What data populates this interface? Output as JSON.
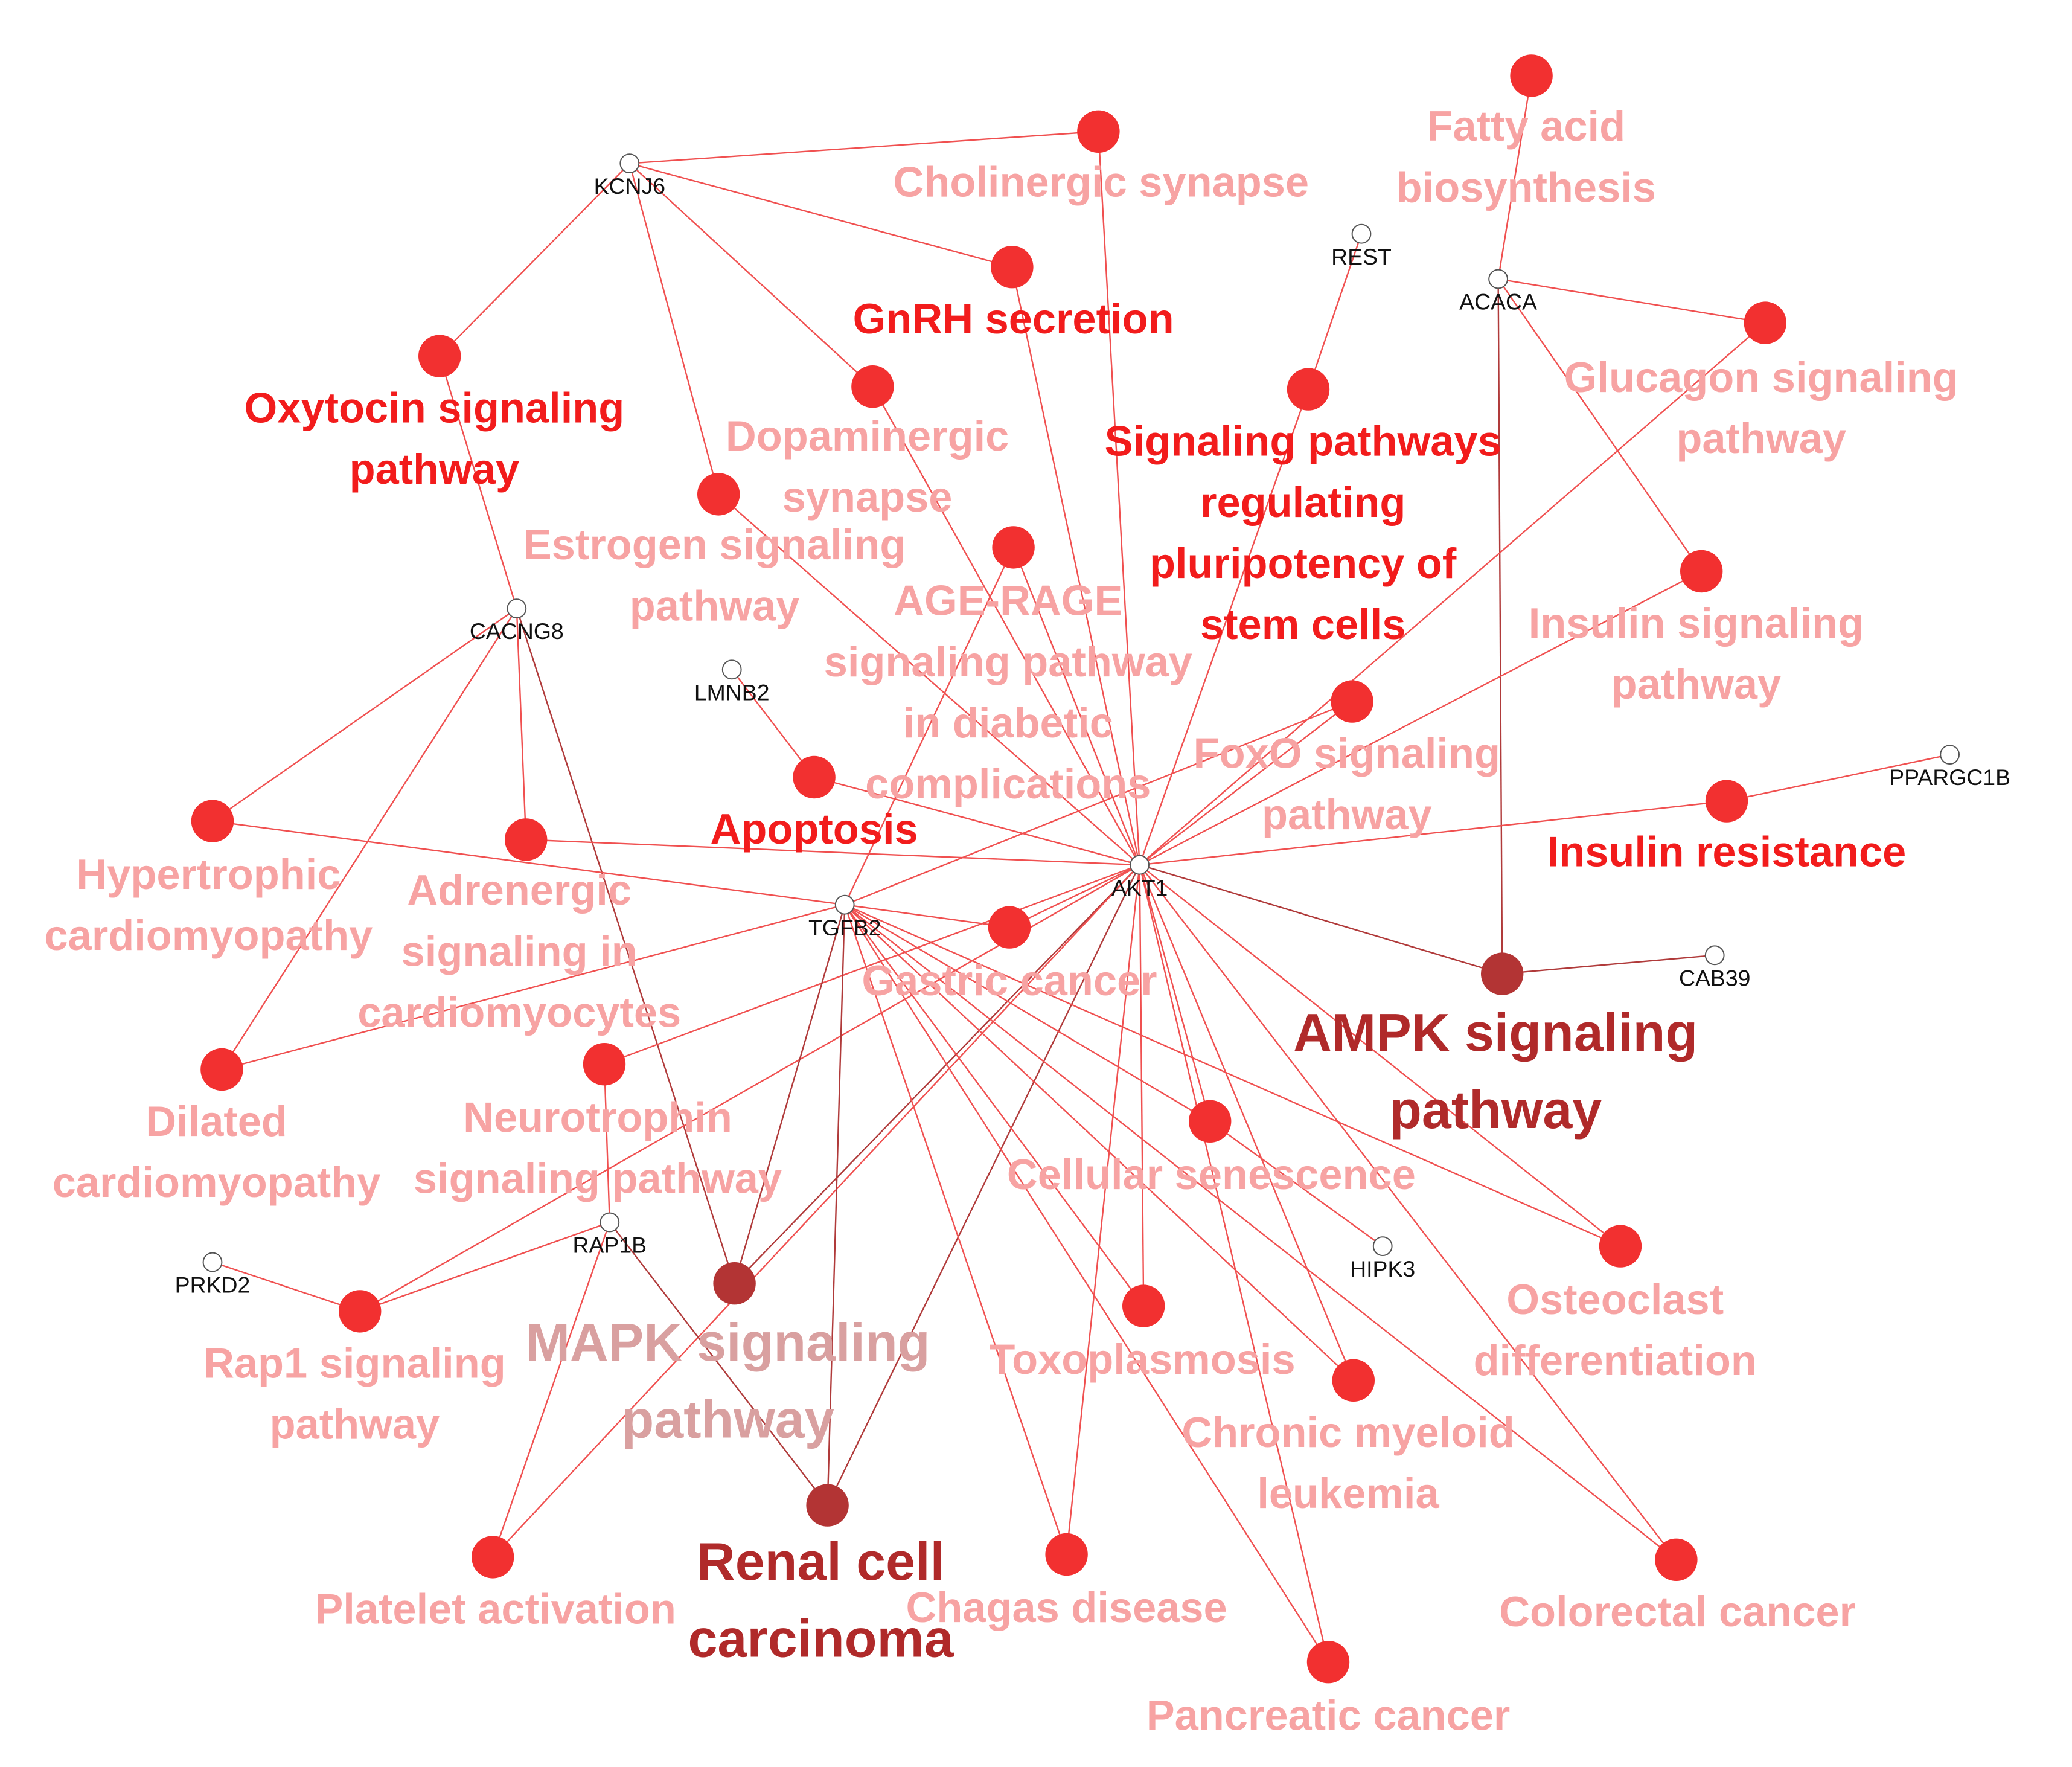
{
  "colors": {
    "edge": "#f05050",
    "edge_dark": "#b03a3a",
    "gene_fill": "#ffffff",
    "gene_stroke": "#555555",
    "gene_text": "#111111",
    "term_fill": "#f23030",
    "term_fill_dark": "#b33434",
    "label_faded": "#f7a3a3",
    "label_strong": "#f21c1c",
    "label_dark": "#b02a2a",
    "label_muted": "#d9a0a0"
  },
  "genes": [
    {
      "id": "KCNJ6",
      "label": "KCNJ6"
    },
    {
      "id": "REST",
      "label": "REST"
    },
    {
      "id": "ACACA",
      "label": "ACACA"
    },
    {
      "id": "CACNG8",
      "label": "CACNG8"
    },
    {
      "id": "LMNB2",
      "label": "LMNB2"
    },
    {
      "id": "AKT1",
      "label": "AKT1"
    },
    {
      "id": "TGFB2",
      "label": "TGFB2"
    },
    {
      "id": "PPARGC1B",
      "label": "PPARGC1B"
    },
    {
      "id": "CAB39",
      "label": "CAB39"
    },
    {
      "id": "RAP1B",
      "label": "RAP1B"
    },
    {
      "id": "PRKD2",
      "label": "PRKD2"
    },
    {
      "id": "HIPK3",
      "label": "HIPK3"
    }
  ],
  "terms": [
    {
      "id": "fatty",
      "lines": [
        "Fatty acid",
        "biosynthesis"
      ],
      "style": "faded"
    },
    {
      "id": "cholinergic",
      "lines": [
        "Cholinergic synapse"
      ],
      "style": "faded"
    },
    {
      "id": "gnrh",
      "lines": [
        "GnRH secretion"
      ],
      "style": "strong"
    },
    {
      "id": "glucagon",
      "lines": [
        "Glucagon signaling",
        "pathway"
      ],
      "style": "faded"
    },
    {
      "id": "oxytocin",
      "lines": [
        "Oxytocin signaling",
        "pathway"
      ],
      "style": "strong"
    },
    {
      "id": "dopaminergic",
      "lines": [
        "Dopaminergic",
        "synapse"
      ],
      "style": "faded"
    },
    {
      "id": "pluripotency",
      "lines": [
        "Signaling pathways",
        "regulating",
        "pluripotency of",
        "stem cells"
      ],
      "style": "strong"
    },
    {
      "id": "estrogen",
      "lines": [
        "Estrogen signaling",
        "pathway"
      ],
      "style": "faded"
    },
    {
      "id": "agerage",
      "lines": [
        "AGE-RAGE",
        "signaling pathway",
        "in diabetic",
        "complications"
      ],
      "style": "faded"
    },
    {
      "id": "insulin_sig",
      "lines": [
        "Insulin signaling",
        "pathway"
      ],
      "style": "faded"
    },
    {
      "id": "foxo",
      "lines": [
        "FoxO signaling",
        "pathway"
      ],
      "style": "faded"
    },
    {
      "id": "apoptosis",
      "lines": [
        "Apoptosis"
      ],
      "style": "strong"
    },
    {
      "id": "insulin_res",
      "lines": [
        "Insulin resistance"
      ],
      "style": "strong"
    },
    {
      "id": "hypertrophic",
      "lines": [
        "Hypertrophic",
        "cardiomyopathy"
      ],
      "style": "faded"
    },
    {
      "id": "adrenergic",
      "lines": [
        "Adrenergic",
        "signaling in",
        "cardiomyocytes"
      ],
      "style": "faded"
    },
    {
      "id": "gastric",
      "lines": [
        "Gastric cancer"
      ],
      "style": "faded"
    },
    {
      "id": "ampk",
      "lines": [
        "AMPK signaling",
        "pathway"
      ],
      "style": "dark"
    },
    {
      "id": "dilated",
      "lines": [
        "Dilated",
        "cardiomyopathy"
      ],
      "style": "faded"
    },
    {
      "id": "neurotrophin",
      "lines": [
        "Neurotrophin",
        "signaling pathway"
      ],
      "style": "faded"
    },
    {
      "id": "senescence",
      "lines": [
        "Cellular senescence"
      ],
      "style": "faded"
    },
    {
      "id": "osteoclast",
      "lines": [
        "Osteoclast",
        "differentiation"
      ],
      "style": "faded"
    },
    {
      "id": "mapk",
      "lines": [
        "MAPK signaling",
        "pathway"
      ],
      "style": "muted"
    },
    {
      "id": "rap1",
      "lines": [
        "Rap1 signaling",
        "pathway"
      ],
      "style": "faded"
    },
    {
      "id": "toxo",
      "lines": [
        "Toxoplasmosis"
      ],
      "style": "faded"
    },
    {
      "id": "cml",
      "lines": [
        "Chronic myeloid",
        "leukemia"
      ],
      "style": "faded"
    },
    {
      "id": "renal",
      "lines": [
        "Renal cell",
        "carcinoma"
      ],
      "style": "dark"
    },
    {
      "id": "platelet",
      "lines": [
        "Platelet activation"
      ],
      "style": "faded"
    },
    {
      "id": "chagas",
      "lines": [
        "Chagas disease"
      ],
      "style": "faded"
    },
    {
      "id": "colorectal",
      "lines": [
        "Colorectal cancer"
      ],
      "style": "faded"
    },
    {
      "id": "pancreatic",
      "lines": [
        "Pancreatic cancer"
      ],
      "style": "faded"
    }
  ],
  "edges": [
    [
      "KCNJ6",
      "cholinergic"
    ],
    [
      "KCNJ6",
      "gnrh"
    ],
    [
      "KCNJ6",
      "oxytocin"
    ],
    [
      "KCNJ6",
      "dopaminergic"
    ],
    [
      "KCNJ6",
      "estrogen"
    ],
    [
      "REST",
      "pluripotency"
    ],
    [
      "ACACA",
      "fatty"
    ],
    [
      "ACACA",
      "glucagon"
    ],
    [
      "ACACA",
      "insulin_sig"
    ],
    [
      "ACACA",
      "ampk"
    ],
    [
      "CACNG8",
      "oxytocin"
    ],
    [
      "CACNG8",
      "hypertrophic"
    ],
    [
      "CACNG8",
      "adrenergic"
    ],
    [
      "CACNG8",
      "dilated"
    ],
    [
      "CACNG8",
      "mapk"
    ],
    [
      "LMNB2",
      "apoptosis"
    ],
    [
      "AKT1",
      "cholinergic"
    ],
    [
      "AKT1",
      "gnrh"
    ],
    [
      "AKT1",
      "dopaminergic"
    ],
    [
      "AKT1",
      "estrogen"
    ],
    [
      "AKT1",
      "pluripotency"
    ],
    [
      "AKT1",
      "agerage"
    ],
    [
      "AKT1",
      "glucagon"
    ],
    [
      "AKT1",
      "insulin_sig"
    ],
    [
      "AKT1",
      "foxo"
    ],
    [
      "AKT1",
      "apoptosis"
    ],
    [
      "AKT1",
      "insulin_res"
    ],
    [
      "AKT1",
      "adrenergic"
    ],
    [
      "AKT1",
      "gastric"
    ],
    [
      "AKT1",
      "ampk"
    ],
    [
      "AKT1",
      "neurotrophin"
    ],
    [
      "AKT1",
      "senescence"
    ],
    [
      "AKT1",
      "osteoclast"
    ],
    [
      "AKT1",
      "mapk"
    ],
    [
      "AKT1",
      "rap1"
    ],
    [
      "AKT1",
      "toxo"
    ],
    [
      "AKT1",
      "cml"
    ],
    [
      "AKT1",
      "renal"
    ],
    [
      "AKT1",
      "platelet"
    ],
    [
      "AKT1",
      "chagas"
    ],
    [
      "AKT1",
      "colorectal"
    ],
    [
      "AKT1",
      "pancreatic"
    ],
    [
      "TGFB2",
      "agerage"
    ],
    [
      "TGFB2",
      "foxo"
    ],
    [
      "TGFB2",
      "hypertrophic"
    ],
    [
      "TGFB2",
      "dilated"
    ],
    [
      "TGFB2",
      "gastric"
    ],
    [
      "TGFB2",
      "mapk"
    ],
    [
      "TGFB2",
      "renal"
    ],
    [
      "TGFB2",
      "senescence"
    ],
    [
      "TGFB2",
      "toxo"
    ],
    [
      "TGFB2",
      "cml"
    ],
    [
      "TGFB2",
      "osteoclast"
    ],
    [
      "TGFB2",
      "colorectal"
    ],
    [
      "TGFB2",
      "pancreatic"
    ],
    [
      "TGFB2",
      "chagas"
    ],
    [
      "PPARGC1B",
      "insulin_res"
    ],
    [
      "CAB39",
      "ampk"
    ],
    [
      "RAP1B",
      "neurotrophin"
    ],
    [
      "RAP1B",
      "rap1"
    ],
    [
      "RAP1B",
      "platelet"
    ],
    [
      "RAP1B",
      "renal"
    ],
    [
      "PRKD2",
      "rap1"
    ],
    [
      "HIPK3",
      "senescence"
    ]
  ]
}
